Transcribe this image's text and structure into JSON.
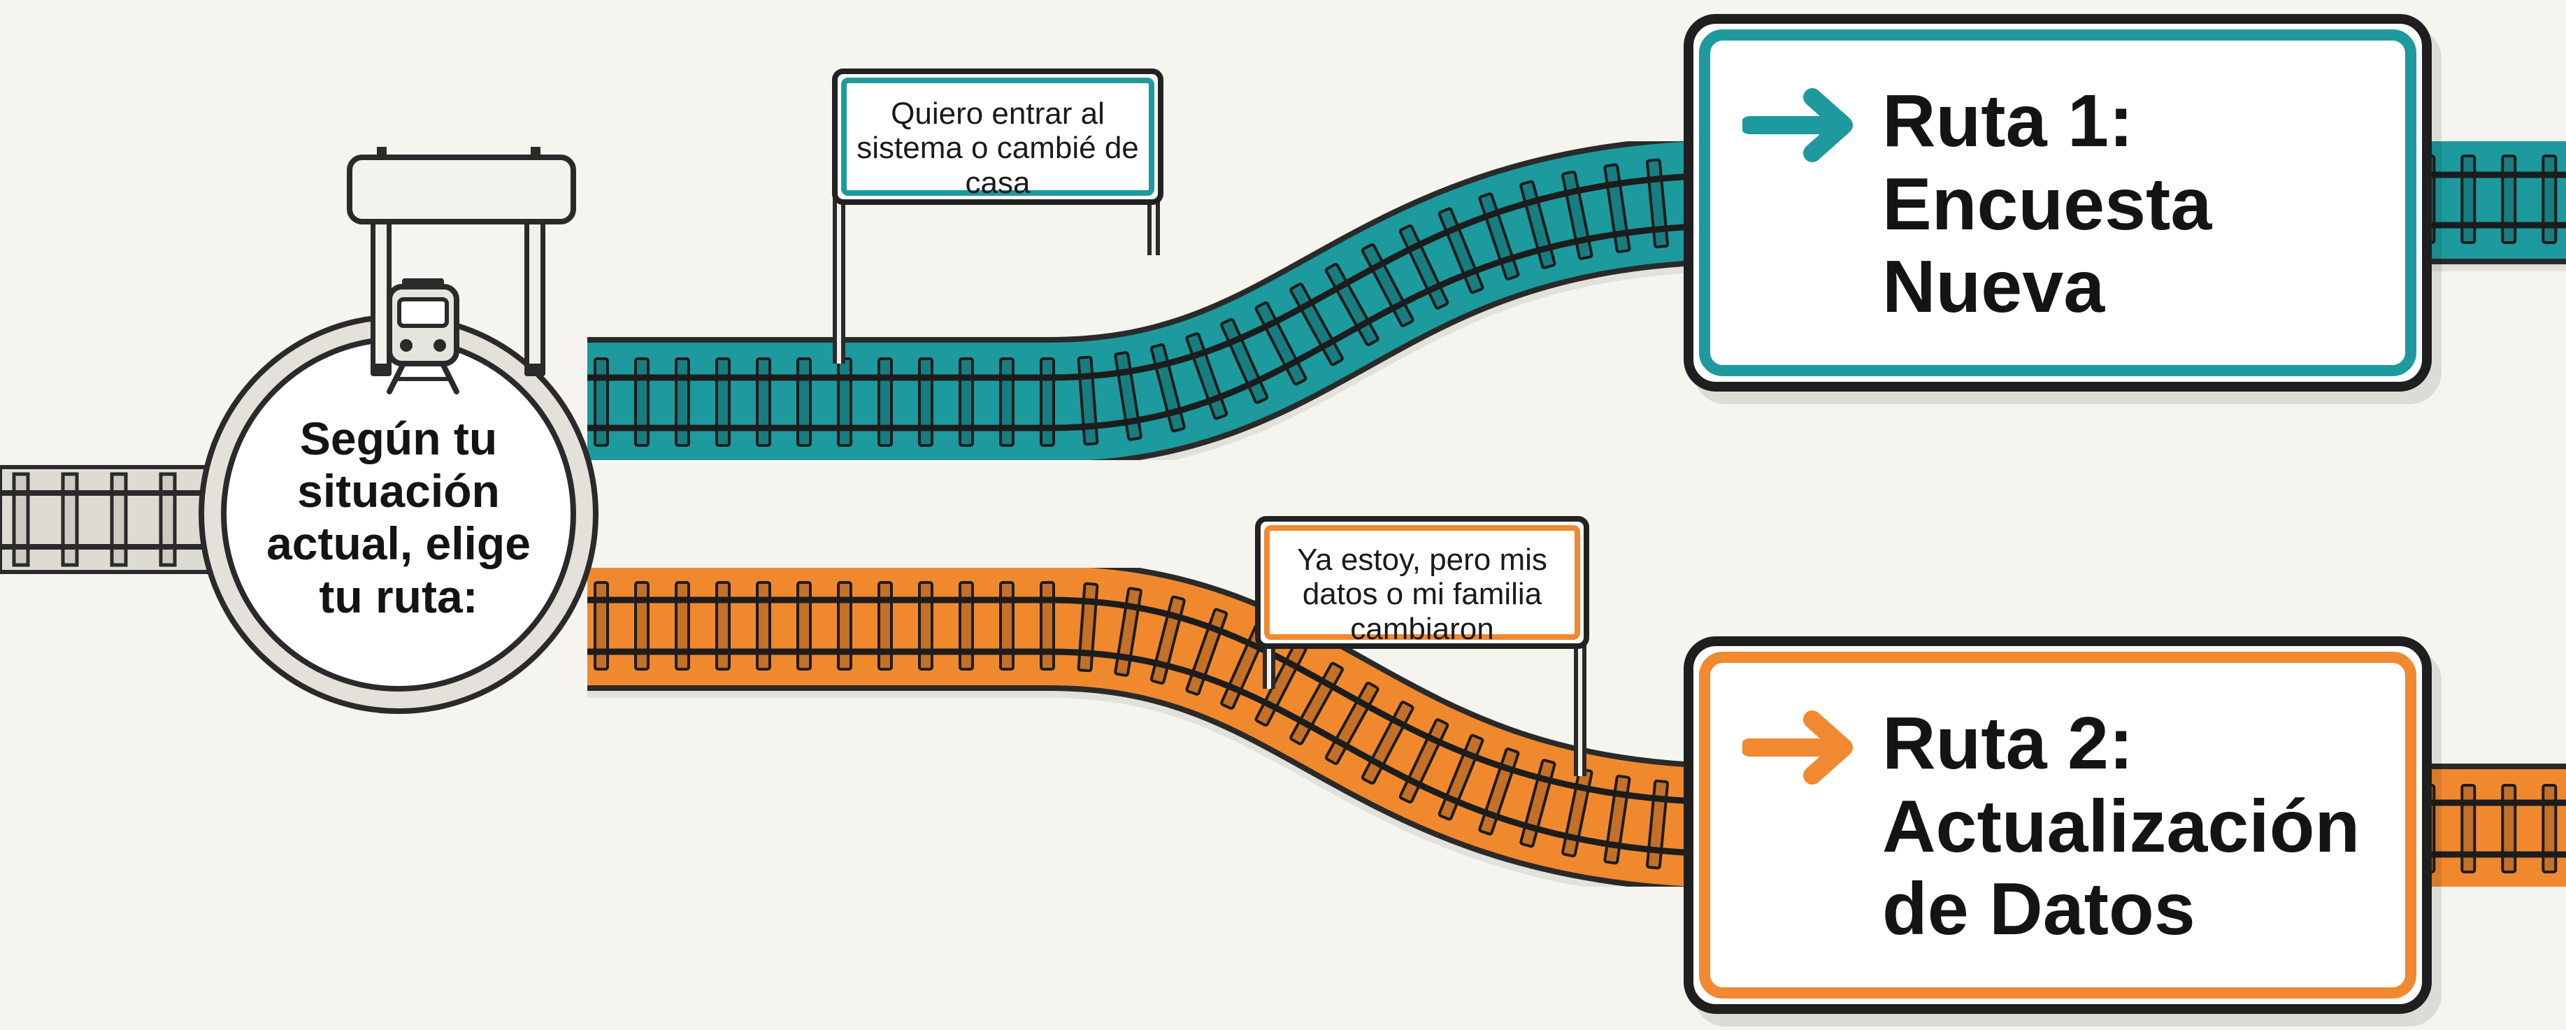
{
  "colors": {
    "teal": "#1e9a9e",
    "orange": "#f0892f",
    "ink": "#1f1f1f",
    "background": "#f6f4ee",
    "rail_gray": "#d9d6cf"
  },
  "station": {
    "icon": "train-icon",
    "label": "Según tu situación actual, elige tu ruta:"
  },
  "signs": {
    "top": {
      "text": "Quiero entrar al sistema o cambié de casa"
    },
    "bottom": {
      "text": "Ya estoy, pero mis datos o mi familia cambiaron"
    }
  },
  "routes": [
    {
      "title": "Ruta 1:\nEncuesta\nNueva",
      "accent": "#1e9a9e",
      "icon": "arrow-right-icon"
    },
    {
      "title": "Ruta 2:\nActualización\nde Datos",
      "accent": "#f0892f",
      "icon": "arrow-right-icon"
    }
  ]
}
